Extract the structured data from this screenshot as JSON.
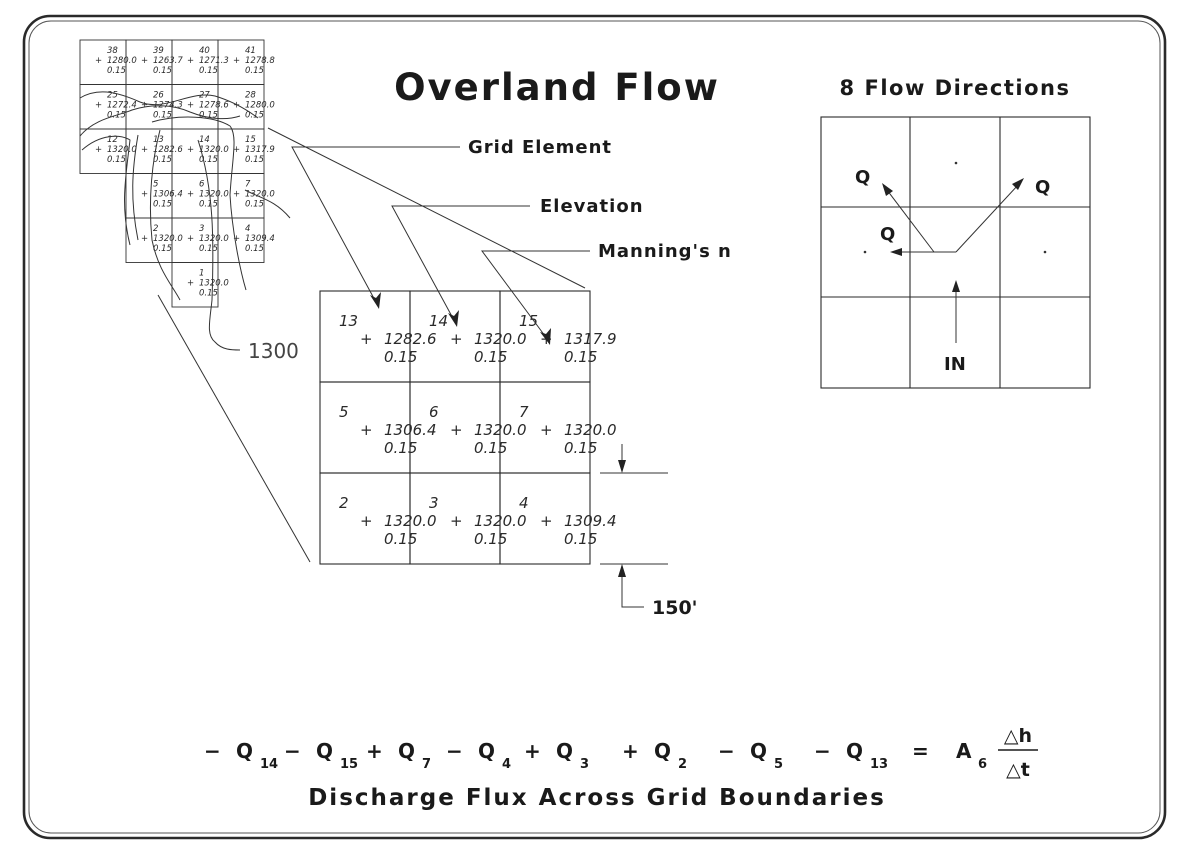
{
  "title": "Overland Flow",
  "flow_title": "8 Flow Directions",
  "labels": {
    "grid_element": "Grid Element",
    "elevation": "Elevation",
    "manning": "Manning's n",
    "contour": "1300",
    "spacing": "150'"
  },
  "flow": {
    "q": "Q",
    "in": "IN"
  },
  "caption": "Discharge Flux Across Grid Boundaries",
  "equation": {
    "terms": [
      {
        "sign": "−",
        "base": "Q",
        "sub": "14"
      },
      {
        "sign": "−",
        "base": "Q",
        "sub": "15"
      },
      {
        "sign": "+",
        "base": "Q",
        "sub": "7"
      },
      {
        "sign": "−",
        "base": "Q",
        "sub": "4"
      },
      {
        "sign": "+",
        "base": "Q",
        "sub": "3"
      },
      {
        "sign": "+",
        "base": "Q",
        "sub": "2"
      },
      {
        "sign": "−",
        "base": "Q",
        "sub": "5"
      },
      {
        "sign": "−",
        "base": "Q",
        "sub": "13"
      }
    ],
    "equals": "=",
    "rhs_base": "A",
    "rhs_sub": "6",
    "num": "△h",
    "den": "△t"
  },
  "large_grid": [
    [
      {
        "id": "13",
        "elev": "1282.6",
        "n": "0.15"
      },
      {
        "id": "14",
        "elev": "1320.0",
        "n": "0.15"
      },
      {
        "id": "15",
        "elev": "1317.9",
        "n": "0.15"
      }
    ],
    [
      {
        "id": "5",
        "elev": "1306.4",
        "n": "0.15"
      },
      {
        "id": "6",
        "elev": "1320.0",
        "n": "0.15"
      },
      {
        "id": "7",
        "elev": "1320.0",
        "n": "0.15"
      }
    ],
    [
      {
        "id": "2",
        "elev": "1320.0",
        "n": "0.15"
      },
      {
        "id": "3",
        "elev": "1320.0",
        "n": "0.15"
      },
      {
        "id": "4",
        "elev": "1309.4",
        "n": "0.15"
      }
    ]
  ],
  "small_grid": [
    [
      {
        "id": "38",
        "elev": "1280.0",
        "n": "0.15"
      },
      {
        "id": "39",
        "elev": "1263.7",
        "n": "0.15"
      },
      {
        "id": "40",
        "elev": "1271.3",
        "n": "0.15"
      },
      {
        "id": "41",
        "elev": "1278.8",
        "n": "0.15"
      }
    ],
    [
      {
        "id": "25",
        "elev": "1272.4",
        "n": "0.15"
      },
      {
        "id": "26",
        "elev": "1274.3",
        "n": "0.15"
      },
      {
        "id": "27",
        "elev": "1278.6",
        "n": "0.15"
      },
      {
        "id": "28",
        "elev": "1280.0",
        "n": "0.15"
      }
    ],
    [
      {
        "id": "12",
        "elev": "1320.0",
        "n": "0.15"
      },
      {
        "id": "13",
        "elev": "1282.6",
        "n": "0.15"
      },
      {
        "id": "14",
        "elev": "1320.0",
        "n": "0.15"
      },
      {
        "id": "15",
        "elev": "1317.9",
        "n": "0.15"
      }
    ],
    [
      null,
      {
        "id": "5",
        "elev": "1306.4",
        "n": "0.15"
      },
      {
        "id": "6",
        "elev": "1320.0",
        "n": "0.15"
      },
      {
        "id": "7",
        "elev": "1320.0",
        "n": "0.15"
      }
    ],
    [
      null,
      {
        "id": "2",
        "elev": "1320.0",
        "n": "0.15"
      },
      {
        "id": "3",
        "elev": "1320.0",
        "n": "0.15"
      },
      {
        "id": "4",
        "elev": "1309.4",
        "n": "0.15"
      }
    ],
    [
      null,
      null,
      {
        "id": "1",
        "elev": "1320.0",
        "n": "0.15"
      },
      null
    ]
  ]
}
